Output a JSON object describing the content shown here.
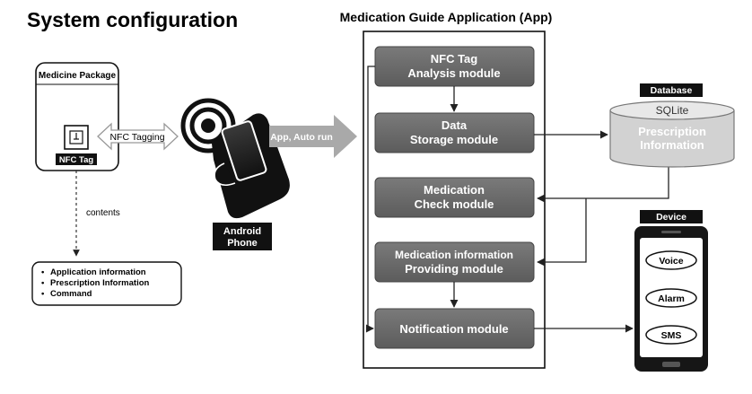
{
  "title": "System configuration",
  "app": {
    "title": "Medication Guide Application (App)",
    "modules": [
      {
        "line1": "NFC Tag",
        "line2": "Analysis module"
      },
      {
        "line1": "Data",
        "line2": "Storage module"
      },
      {
        "line1": "Medication",
        "line2": "Check module"
      },
      {
        "line1": "Medication information",
        "line2": "Providing module"
      },
      {
        "line1": "Notification module",
        "line2": ""
      }
    ]
  },
  "medicine_package": {
    "label": "Medicine Package",
    "tag_label": "NFC Tag",
    "contents_label": "contents",
    "contents_items": [
      "Application information",
      "Prescription Information",
      "Command"
    ]
  },
  "nfc_tagging_label": "NFC Tagging",
  "phone": {
    "line1": "Android",
    "line2": "Phone"
  },
  "app_arrow_label": "App, Auto run",
  "database": {
    "label": "Database",
    "engine": "SQLite",
    "line1": "Prescription",
    "line2": "Information"
  },
  "device": {
    "label": "Device",
    "buttons": [
      "Voice",
      "Alarm",
      "SMS"
    ]
  },
  "colors": {
    "module_fill": "#6b6b6b",
    "arrow_gray": "#a9a9a9",
    "db_fill": "#d6d6d6",
    "label_black": "#111111"
  }
}
